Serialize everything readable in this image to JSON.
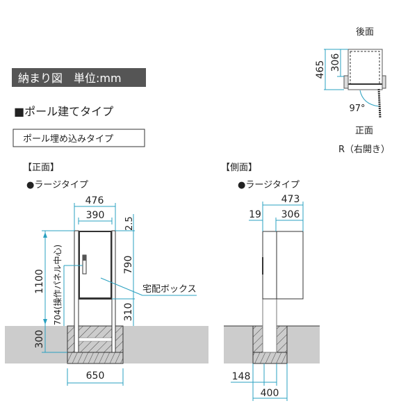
{
  "header": {
    "title": "納まり図　単位:mm"
  },
  "section_title": "■ポール建てタイプ",
  "subtype_label": "ポール埋め込みタイプ",
  "front_view": {
    "heading": "【正面】",
    "size": "●ラージタイプ",
    "dims": {
      "width_outer": "476",
      "width_inner": "390",
      "top_gap": "2.5",
      "box_height": "790",
      "bottom_clear": "310",
      "total_height": "1100",
      "panel_center": "704(操作パネル中心)",
      "depth": "300",
      "foundation_width": "650"
    },
    "callout": "宅配ボックス"
  },
  "side_view": {
    "heading": "【側面】",
    "size": "●ラージタイプ",
    "dims": {
      "total_depth": "473",
      "panel": "19",
      "box_depth": "306",
      "offset": "148",
      "foundation_width": "400"
    }
  },
  "plan_view": {
    "back_label": "後面",
    "front_label": "正面",
    "hinge_label": "R（右開き）",
    "dims": {
      "depth_total": "465",
      "depth_box": "306",
      "angle": "97°"
    }
  },
  "colors": {
    "header_bg": "#555555",
    "dimension": "#2aa0c0",
    "ground": "#cccccc"
  }
}
